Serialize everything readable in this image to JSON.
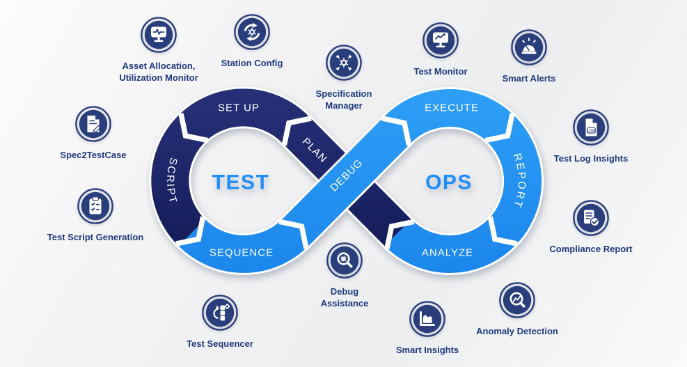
{
  "diagram": {
    "left_loop_label": "TEST",
    "right_loop_label": "OPS",
    "stages": {
      "setup": "SET UP",
      "plan": "PLAN",
      "script": "SCRIPT",
      "sequence": "SEQUENCE",
      "debug": "DEBUG",
      "execute": "EXECUTE",
      "report": "REPORT",
      "analyze": "ANALYZE"
    },
    "colors": {
      "dark_loop": "#1a2268",
      "dark_loop_grad_top": "#273178",
      "dark_loop_grad_bottom": "#121a55",
      "light_loop": "#2196f3",
      "light_loop_grad_top": "#2e9ff7",
      "light_loop_grad_bottom": "#1b86ec",
      "center_text": "#1e8ef7",
      "stage_text": "#ffffff",
      "node_navy": "#2a3e7c",
      "label_text": "#1e3a7c"
    }
  },
  "nodes": [
    {
      "id": "asset-allocation",
      "icon": "monitor-pulse-icon",
      "lines": [
        "Asset Allocation,",
        "Utilization Monitor"
      ]
    },
    {
      "id": "station-config",
      "icon": "sync-gear-icon",
      "lines": [
        "Station Config"
      ]
    },
    {
      "id": "specification-manager",
      "icon": "expand-gear-icon",
      "lines": [
        "Specification",
        "Manager"
      ]
    },
    {
      "id": "test-monitor",
      "icon": "monitor-chart-icon",
      "lines": [
        "Test Monitor"
      ]
    },
    {
      "id": "smart-alerts",
      "icon": "alarm-icon",
      "lines": [
        "Smart Alerts"
      ]
    },
    {
      "id": "spec2testcase",
      "icon": "page-pencil-icon",
      "lines": [
        "Spec2TestCase"
      ]
    },
    {
      "id": "test-log-insights",
      "icon": "log-document-icon",
      "icon_text": "LOG",
      "lines": [
        "Test Log Insights"
      ]
    },
    {
      "id": "test-script-generation",
      "icon": "clipboard-checklist-icon",
      "lines": [
        "Test Script Generation"
      ]
    },
    {
      "id": "compliance-report",
      "icon": "document-check-icon",
      "lines": [
        "Compliance Report"
      ]
    },
    {
      "id": "test-sequencer",
      "icon": "sequencer-blocks-icon",
      "lines": [
        "Test Sequencer"
      ]
    },
    {
      "id": "debug-assistance",
      "icon": "bug-magnifier-icon",
      "lines": [
        "Debug",
        "Assistance"
      ]
    },
    {
      "id": "smart-insights",
      "icon": "area-chart-icon",
      "lines": [
        "Smart Insights"
      ]
    },
    {
      "id": "anomaly-detection",
      "icon": "magnifier-trend-icon",
      "lines": [
        "Anomaly Detection"
      ]
    }
  ]
}
